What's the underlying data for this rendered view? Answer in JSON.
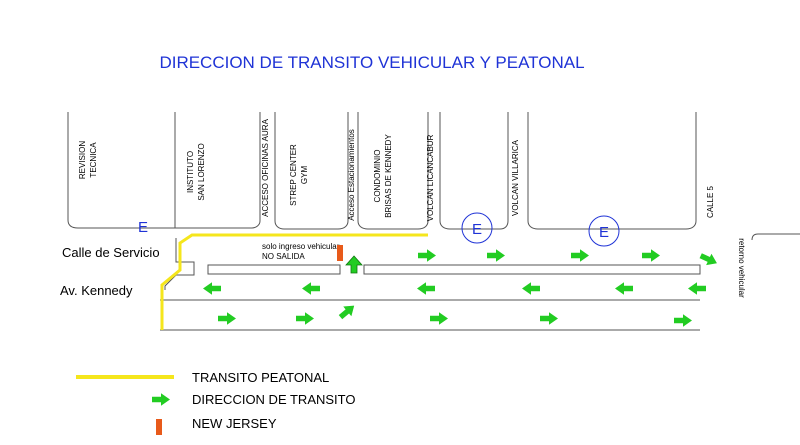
{
  "title": "DIRECCION DE TRANSITO VEHICULAR Y PEATONAL",
  "buildings": [
    {
      "label": "REVISION TECNICA"
    },
    {
      "label": "INSTITUTO SAN LORENZO"
    },
    {
      "label": "ACCESO OFICINAS AURA"
    },
    {
      "label": "STREP CENTER GYM"
    },
    {
      "label": "Acceso Estacionamientos"
    },
    {
      "label": "CONDOMINIO BRISAS DE KENNEDY"
    },
    {
      "label": "VOLCAN LICANCABUR"
    },
    {
      "label": "VOLCAN VILLARICA"
    },
    {
      "label": "CALLE 5"
    },
    {
      "label": "retorno vehicular"
    }
  ],
  "bus_stops": [
    "E",
    "E",
    "E"
  ],
  "roads": {
    "service": "Calle de Servicio",
    "main": "Av. Kennedy"
  },
  "note": {
    "line1": "solo ingreso vehicular",
    "line2": "NO SALIDA"
  },
  "legend": {
    "pedestrian": "TRANSITO PEATONAL",
    "direction": "DIRECCION DE TRANSITO",
    "barrier": "NEW JERSEY"
  },
  "colors": {
    "pedestrian": "#f5e61c",
    "arrow": "#22cc22",
    "barrier": "#e85a1a",
    "title": "#1f33d6"
  }
}
